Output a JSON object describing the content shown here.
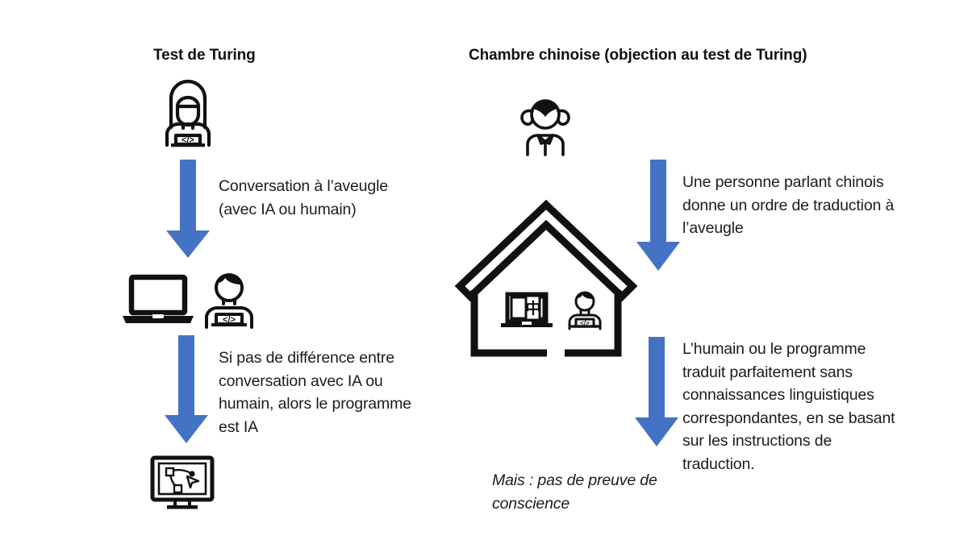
{
  "page": {
    "background": "#ffffff",
    "accent_blue": "#4472C4",
    "ink": "#111111"
  },
  "left_column": {
    "title": "Test de Turing",
    "icons": {
      "top": "woman-at-laptop-icon",
      "middle_left": "laptop-icon",
      "middle_right": "man-at-laptop-icon",
      "bottom": "monitor-pen-tool-icon"
    },
    "arrows": [
      {
        "name": "arrow-down-conversation",
        "color": "#4472C4"
      },
      {
        "name": "arrow-down-conclusion",
        "color": "#4472C4"
      }
    ],
    "steps": [
      {
        "label": "Conversation à l’aveugle (avec IA ou humain)"
      },
      {
        "label": "Si pas de différence entre conversation avec IA ou humain, alors le programme est IA"
      }
    ]
  },
  "right_column": {
    "title": "Chambre chinoise (objection au test de Turing)",
    "icons": {
      "top": "person-pigtails-icon",
      "room": "house-icon",
      "room_contents": [
        "laptop-chinese-book-icon",
        "person-at-laptop-icon"
      ],
      "chinese_character": "中",
      "code_glyph": "</>"
    },
    "arrows": [
      {
        "name": "arrow-down-order",
        "color": "#4472C4"
      },
      {
        "name": "arrow-down-translation",
        "color": "#4472C4"
      }
    ],
    "steps": [
      {
        "label": "Une personne parlant chinois donne un ordre de traduction à l’aveugle"
      },
      {
        "label": "L’humain ou le programme traduit parfaitement sans connaissances linguistiques correspondantes, en se basant sur les instructions de traduction."
      }
    ],
    "conclusion": "Mais : pas de preuve de conscience"
  }
}
